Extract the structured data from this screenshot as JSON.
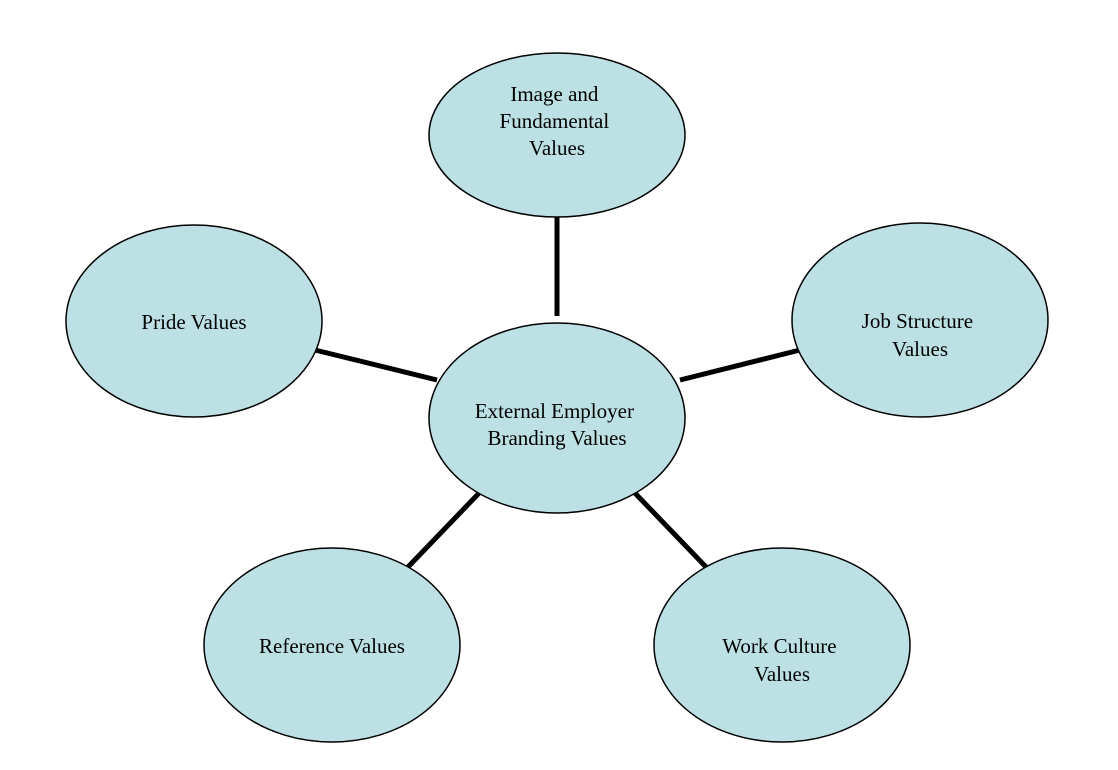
{
  "diagram": {
    "center": {
      "lines": [
        "External Employer",
        "Branding Values"
      ]
    },
    "nodes": {
      "top": {
        "lines": [
          "Image and",
          "Fundamental",
          "Values"
        ]
      },
      "left": {
        "lines": [
          "Pride Values"
        ]
      },
      "right": {
        "lines": [
          "Job Structure",
          "Values"
        ]
      },
      "bottom_left": {
        "lines": [
          "Reference Values"
        ]
      },
      "bottom_right": {
        "lines": [
          "Work Culture",
          "Values"
        ]
      }
    },
    "colors": {
      "fill": "#bce0e3",
      "stroke": "#000000"
    }
  }
}
